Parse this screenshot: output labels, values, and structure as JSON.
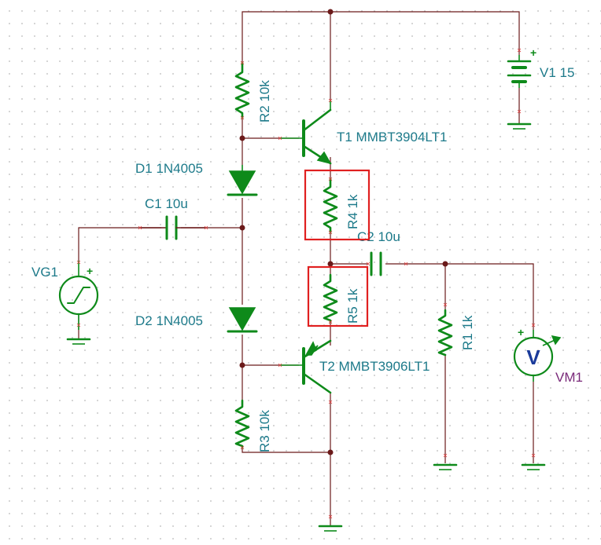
{
  "components": {
    "v1": {
      "name": "V1",
      "value": "15",
      "plus": "+"
    },
    "vg1": {
      "name": "VG1",
      "plus": "+"
    },
    "c1": {
      "name": "C1",
      "value": "10u"
    },
    "c2": {
      "name": "C2",
      "value": "10u"
    },
    "d1": {
      "name": "D1",
      "value": "1N4005"
    },
    "d2": {
      "name": "D2",
      "value": "1N4005"
    },
    "r1": {
      "name": "R1",
      "value": "1k"
    },
    "r2": {
      "name": "R2",
      "value": "10k"
    },
    "r3": {
      "name": "R3",
      "value": "10k"
    },
    "r4": {
      "name": "R4",
      "value": "1k"
    },
    "r5": {
      "name": "R5",
      "value": "1k"
    },
    "t1": {
      "name": "T1",
      "value": "MMBT3904LT1"
    },
    "t2": {
      "name": "T2",
      "value": "MMBT3906LT1"
    },
    "vm1": {
      "name": "VM1",
      "symbol": "V",
      "plus": "+"
    }
  },
  "labels": {
    "v1": "V1 15",
    "vg1": "VG1",
    "c1": "C1 10u",
    "c2": "C2 10u",
    "d1": "D1 1N4005",
    "d2": "D2 1N4005",
    "r1": "R1 1k",
    "r2": "R2 10k",
    "r3": "R3 10k",
    "r4": "R4 1k",
    "r5": "R5 1k",
    "t1": "T1 MMBT3904LT1",
    "t2": "T2 MMBT3906LT1",
    "vm1": "VM1"
  },
  "colors": {
    "wire": "#6b1a1a",
    "component": "#0e8a1a",
    "label": "#1d7a8a",
    "meter_label": "#7a2a7a",
    "highlight": "#e02020"
  }
}
